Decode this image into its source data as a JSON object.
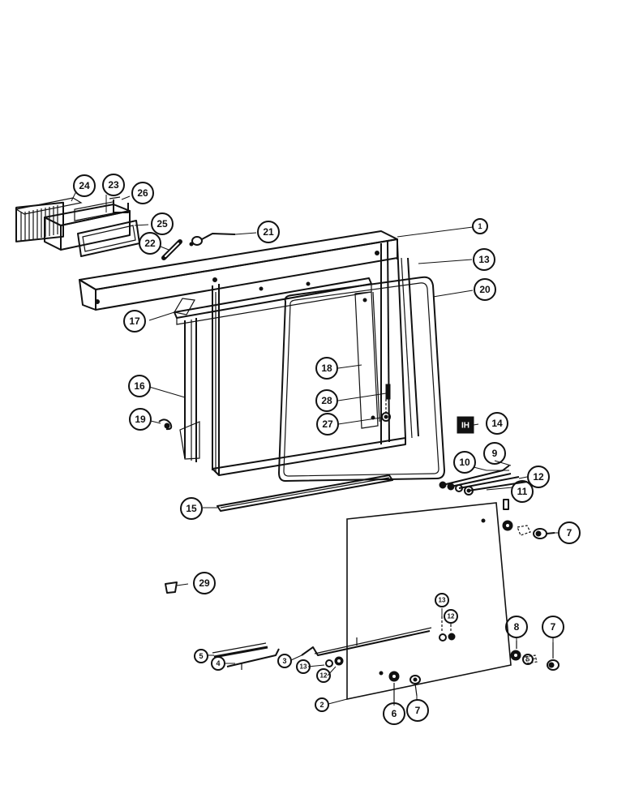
{
  "diagram": {
    "callouts": [
      {
        "id": "c24",
        "label": "24"
      },
      {
        "id": "c23",
        "label": "23"
      },
      {
        "id": "c26",
        "label": "26"
      },
      {
        "id": "c25",
        "label": "25"
      },
      {
        "id": "c22",
        "label": "22"
      },
      {
        "id": "c21",
        "label": "21"
      },
      {
        "id": "c1",
        "label": "1"
      },
      {
        "id": "c13",
        "label": "13"
      },
      {
        "id": "c20",
        "label": "20"
      },
      {
        "id": "c17",
        "label": "17"
      },
      {
        "id": "c18",
        "label": "18"
      },
      {
        "id": "c16",
        "label": "16"
      },
      {
        "id": "c28",
        "label": "28"
      },
      {
        "id": "c19",
        "label": "19"
      },
      {
        "id": "c27",
        "label": "27"
      },
      {
        "id": "c14",
        "label": "14"
      },
      {
        "id": "c10",
        "label": "10"
      },
      {
        "id": "c9",
        "label": "9"
      },
      {
        "id": "c12a",
        "label": "12"
      },
      {
        "id": "c11",
        "label": "11"
      },
      {
        "id": "c15",
        "label": "15"
      },
      {
        "id": "c7a",
        "label": "7"
      },
      {
        "id": "c29",
        "label": "29"
      },
      {
        "id": "c13b",
        "label": "13"
      },
      {
        "id": "c12b",
        "label": "12"
      },
      {
        "id": "c8",
        "label": "8"
      },
      {
        "id": "c7b",
        "label": "7"
      },
      {
        "id": "c5a",
        "label": "5"
      },
      {
        "id": "c4",
        "label": "4"
      },
      {
        "id": "c3",
        "label": "3"
      },
      {
        "id": "c13c",
        "label": "13"
      },
      {
        "id": "c12c",
        "label": "12"
      },
      {
        "id": "c5b",
        "label": "5"
      },
      {
        "id": "c2",
        "label": "2"
      },
      {
        "id": "c6",
        "label": "6"
      },
      {
        "id": "c7c",
        "label": "7"
      }
    ],
    "badge": "IH"
  }
}
